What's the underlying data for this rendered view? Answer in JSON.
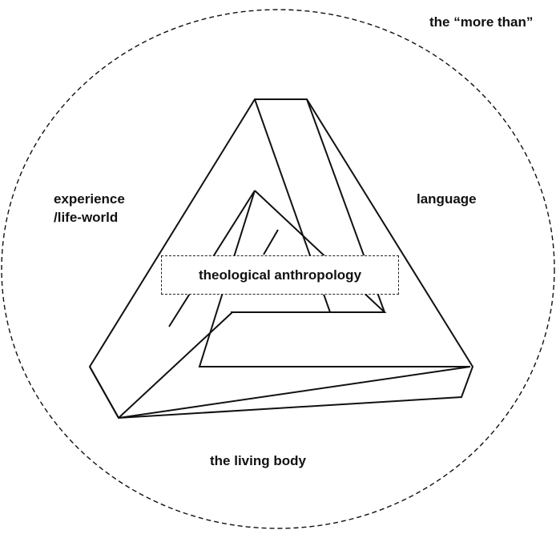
{
  "diagram": {
    "outer_label": "the “more than”",
    "left_label_line1": "experience",
    "left_label_line2": "/life-world",
    "right_label": "language",
    "bottom_label": "the living body",
    "center_label": "theological anthropology"
  },
  "colors": {
    "stroke": "#111111",
    "background": "#ffffff"
  },
  "icons": [
    "impossible-triangle-figure"
  ]
}
